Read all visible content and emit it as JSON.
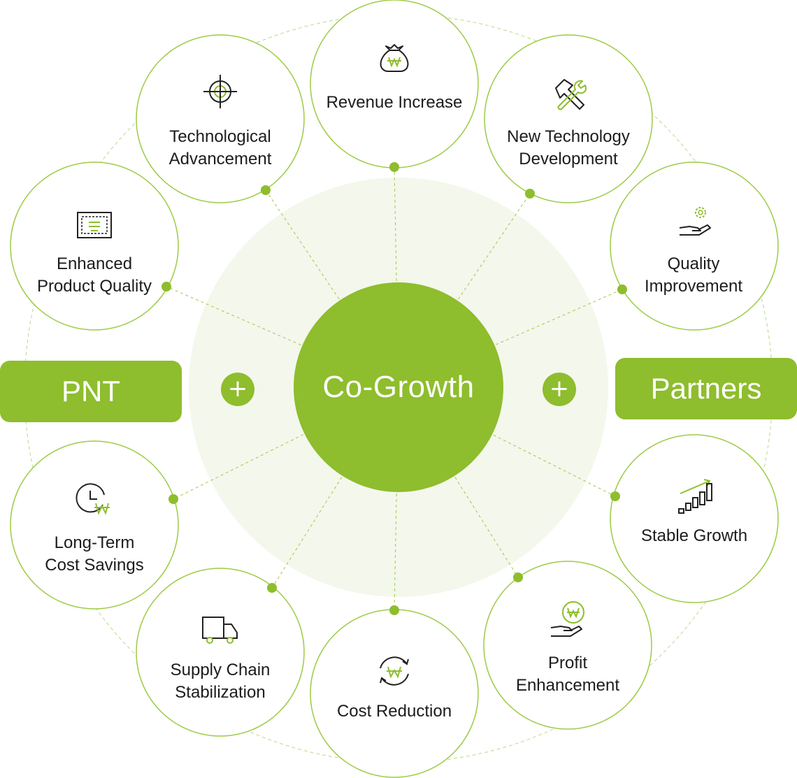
{
  "center": {
    "label": "Co-Growth"
  },
  "left_badge": {
    "label": "PNT"
  },
  "right_badge": {
    "label": "Partners"
  },
  "plus_symbol": "+",
  "colors": {
    "accent": "#8ebd2d",
    "halo": "#f4f7ec",
    "ring": "#9ccb45",
    "icon_dark": "#222222"
  },
  "nodes": [
    {
      "id": "revenue-increase",
      "lines": [
        "Revenue Increase"
      ],
      "icon": "money-bag-icon"
    },
    {
      "id": "new-technology",
      "lines": [
        "New Technology",
        "Development"
      ],
      "icon": "tools-icon"
    },
    {
      "id": "quality-improvement",
      "lines": [
        "Quality",
        "Improvement"
      ],
      "icon": "gear-hand-icon"
    },
    {
      "id": "stable-growth",
      "lines": [
        "Stable Growth"
      ],
      "icon": "growth-chart-icon"
    },
    {
      "id": "profit-enhancement",
      "lines": [
        "Profit",
        "Enhancement"
      ],
      "icon": "coin-hand-icon"
    },
    {
      "id": "cost-reduction",
      "lines": [
        "Cost Reduction"
      ],
      "icon": "cycle-won-icon"
    },
    {
      "id": "supply-chain",
      "lines": [
        "Supply Chain",
        "Stabilization"
      ],
      "icon": "truck-icon"
    },
    {
      "id": "long-term-savings",
      "lines": [
        "Long-Term",
        "Cost Savings"
      ],
      "icon": "clock-won-icon"
    },
    {
      "id": "enhanced-quality",
      "lines": [
        "Enhanced",
        "Product Quality"
      ],
      "icon": "certificate-icon"
    },
    {
      "id": "tech-advancement",
      "lines": [
        "Technological",
        "Advancement"
      ],
      "icon": "crosshair-icon"
    }
  ]
}
